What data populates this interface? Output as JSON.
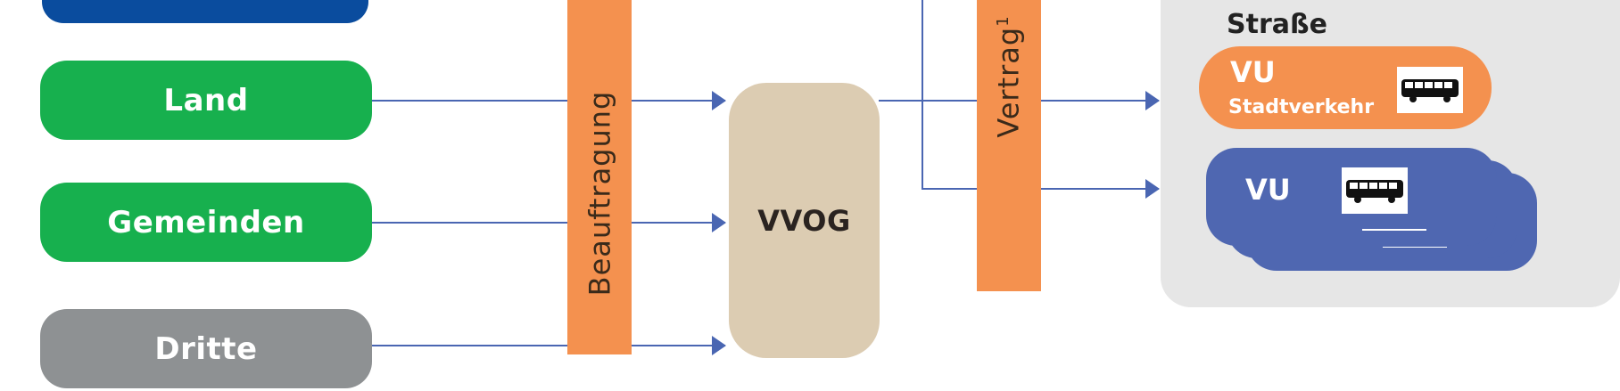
{
  "sources": {
    "land": "Land",
    "gemeinden": "Gemeinden",
    "dritte": "Dritte"
  },
  "bars": {
    "beauftragung": "Beauftragung",
    "vertrag": "Vertrag",
    "vertrag_sup": "1"
  },
  "hub": {
    "label": "VVOG"
  },
  "road_panel": {
    "title": "Straße",
    "vu_stadt": {
      "label": "VU",
      "sublabel": "Stadtverkehr"
    },
    "vu_regional": {
      "label": "VU"
    }
  },
  "icons": {
    "bus": "bus-icon",
    "arrow": "arrow-right-icon"
  },
  "colors": {
    "green": "#17b04e",
    "blue_top": "#0a4c9e",
    "gray": "#8e9193",
    "orange": "#f4914f",
    "beige": "#dcccb2",
    "panel": "#e6e6e6",
    "vu_blue": "#4f67b1",
    "line": "#4a66b2"
  }
}
